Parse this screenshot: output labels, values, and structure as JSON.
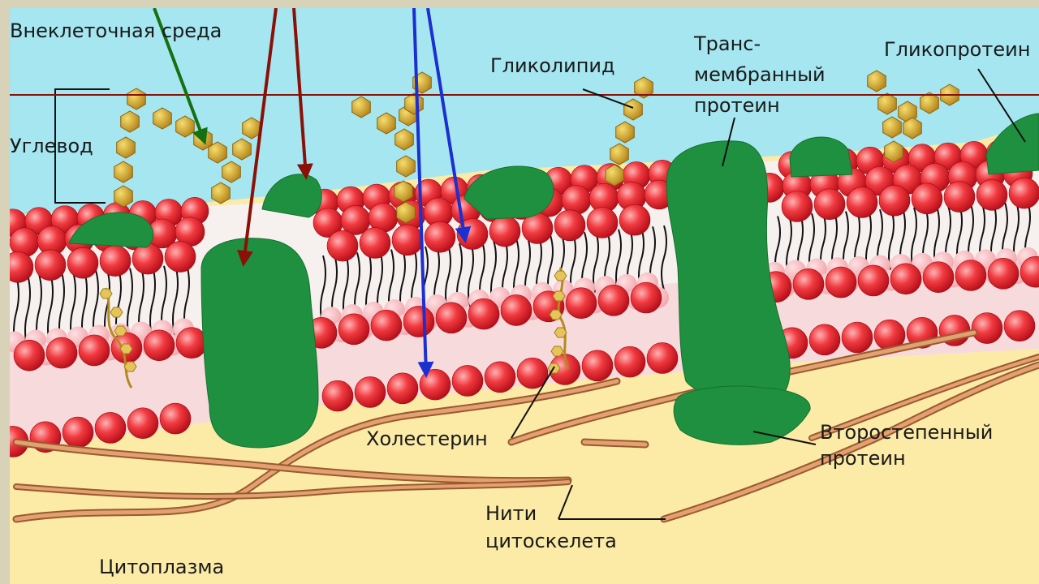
{
  "labels": {
    "extracellular": "Внеклеточная среда",
    "carbohydrate": "Углевод",
    "glycolipid": "Гликолипид",
    "transmembrane_1": "Транс-",
    "transmembrane_2": "мембранный",
    "transmembrane_3": "протеин",
    "glycoprotein": "Гликопротеин",
    "cholesterol": "Холестерин",
    "peripheral_1": "Второстепенный",
    "peripheral_2": "протеин",
    "filaments_1": "Нити",
    "filaments_2": "цитоскелета",
    "cytoplasm": "Цитоплазма"
  },
  "colors": {
    "extracellular": "#a5e6f0",
    "cytoplasm": "#fbeba6",
    "head": "#e21c2a",
    "head_inner": "#f4a4aa",
    "protein": "#1f9040",
    "sugar": "#d4a72f",
    "filament": "#d48a52",
    "arrow_green": "#157012",
    "arrow_red": "#8a1008",
    "arrow_blue": "#1c2fd0",
    "frame": "#d8d2b8"
  }
}
